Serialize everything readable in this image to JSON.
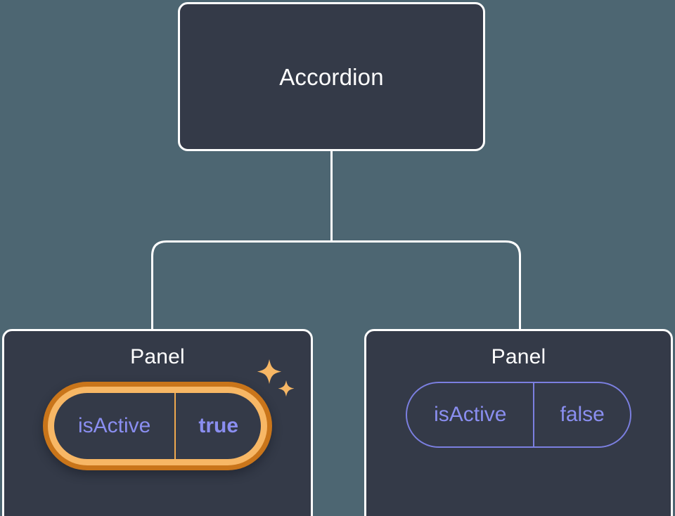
{
  "canvas": {
    "background_color": "#4d6672",
    "node_fill_color": "#343a48",
    "node_border_color": "#ffffff",
    "connector_color": "#ffffff",
    "accent_highlight_color": "#f7b765",
    "accent_highlight_outer_color": "#c9751a",
    "prop_text_color": "#8a8ef0",
    "prop_border_color": "#7b7fe0"
  },
  "tree": {
    "root": {
      "title": "Accordion"
    },
    "children": [
      {
        "title": "Panel",
        "highlighted": true,
        "props": [
          {
            "key": "isActive",
            "value": "true"
          }
        ],
        "decoration": "sparkles-icon"
      },
      {
        "title": "Panel",
        "highlighted": false,
        "props": [
          {
            "key": "isActive",
            "value": "false"
          }
        ]
      }
    ]
  }
}
